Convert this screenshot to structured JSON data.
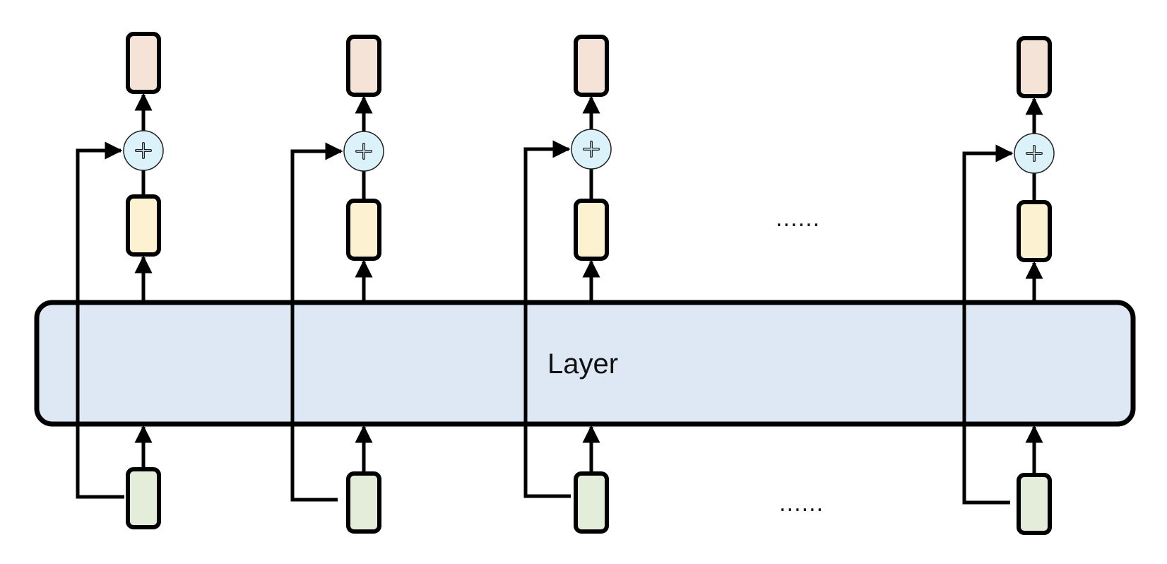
{
  "diagram": {
    "layer_label": "Layer",
    "ellipsis_top": "......",
    "ellipsis_bottom": "......",
    "operator_symbol": "+",
    "columns": [
      {
        "name": "column-1"
      },
      {
        "name": "column-2"
      },
      {
        "name": "column-3"
      },
      {
        "name": "column-4"
      }
    ],
    "colors": {
      "output_box": "#F5E3D8",
      "hidden_box": "#FCF2D2",
      "input_box": "#E3EDDA",
      "layer": "#DEE8F5",
      "add_node": "#DCF2FB",
      "stroke": "#000000"
    }
  }
}
